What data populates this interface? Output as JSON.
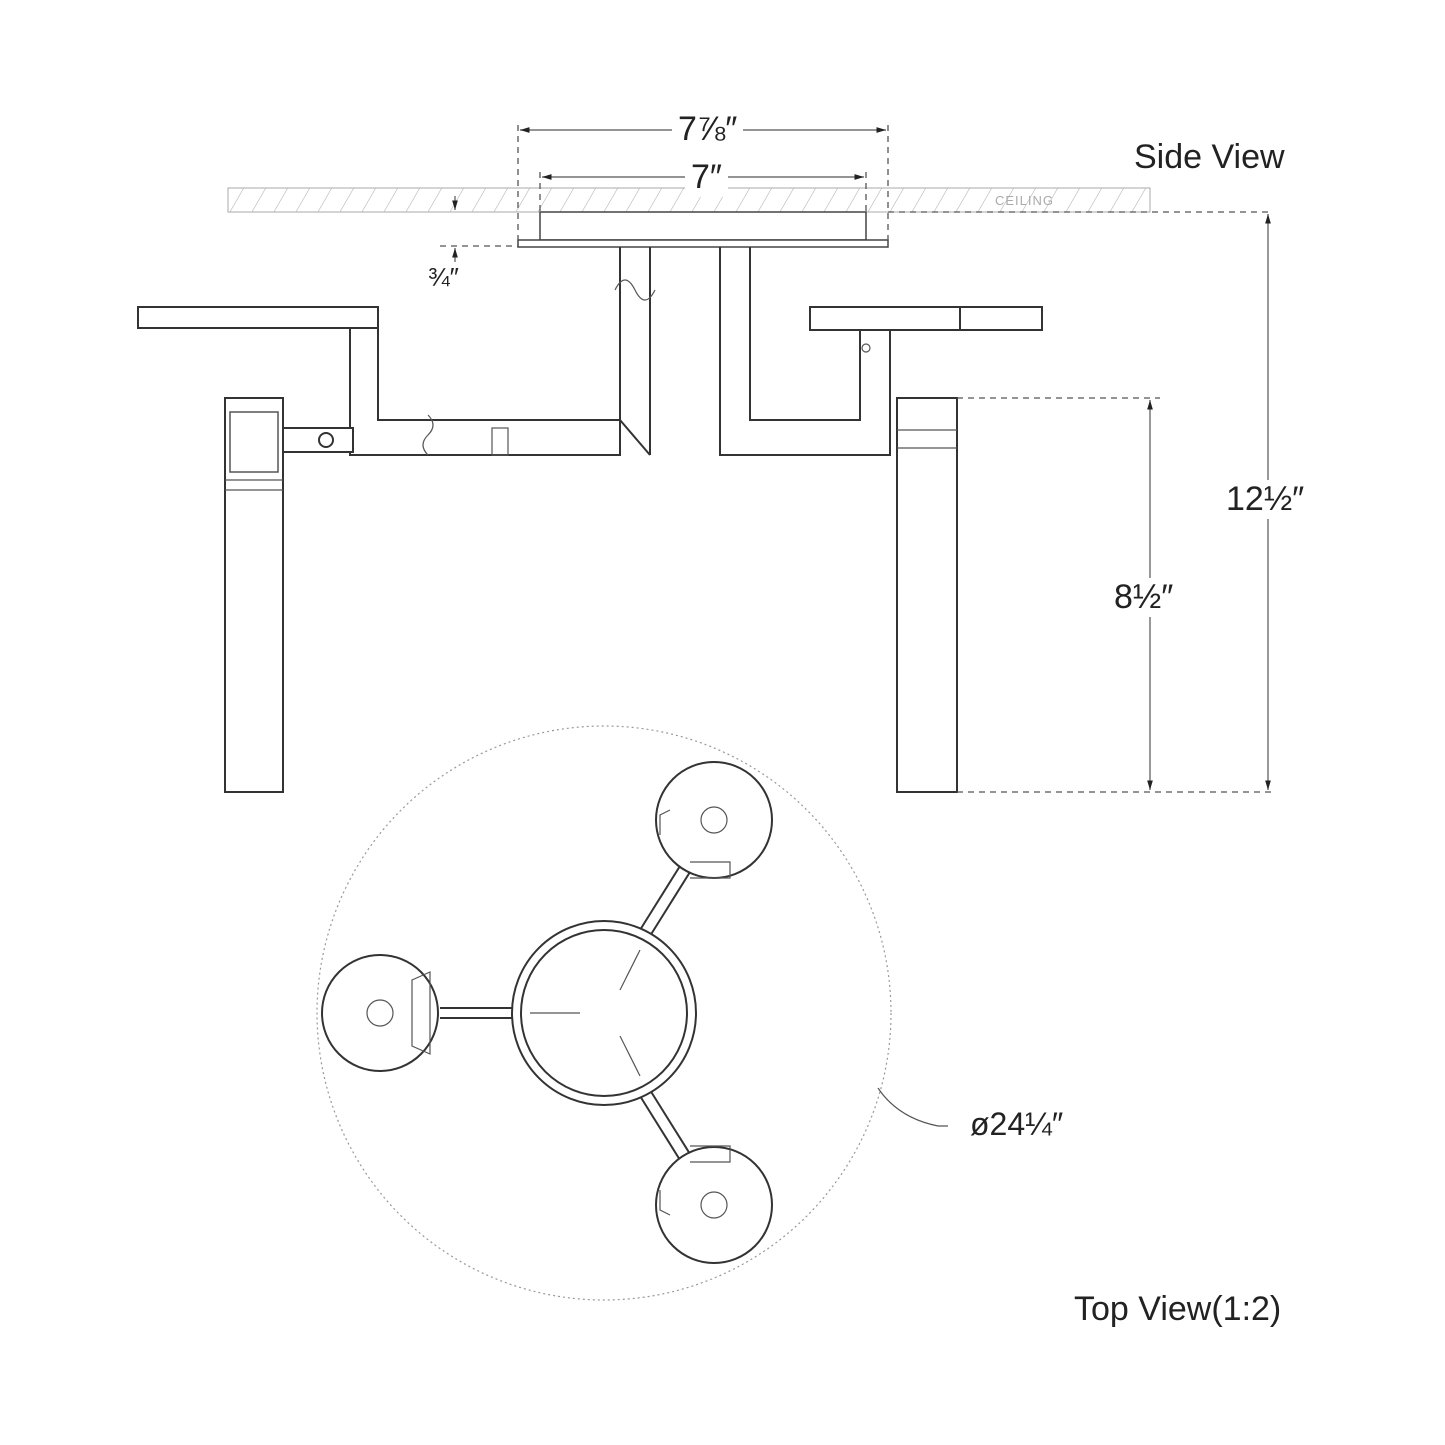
{
  "labels": {
    "side_view": "Side View",
    "top_view": "Top View(1:2)",
    "ceiling": "CEILING"
  },
  "dimensions": {
    "canopy_outer": "7⅞″",
    "canopy_inner": "7″",
    "canopy_depth": "¾″",
    "overall_height": "12½″",
    "shade_height": "8½″",
    "diameter": "ø24¼″"
  }
}
